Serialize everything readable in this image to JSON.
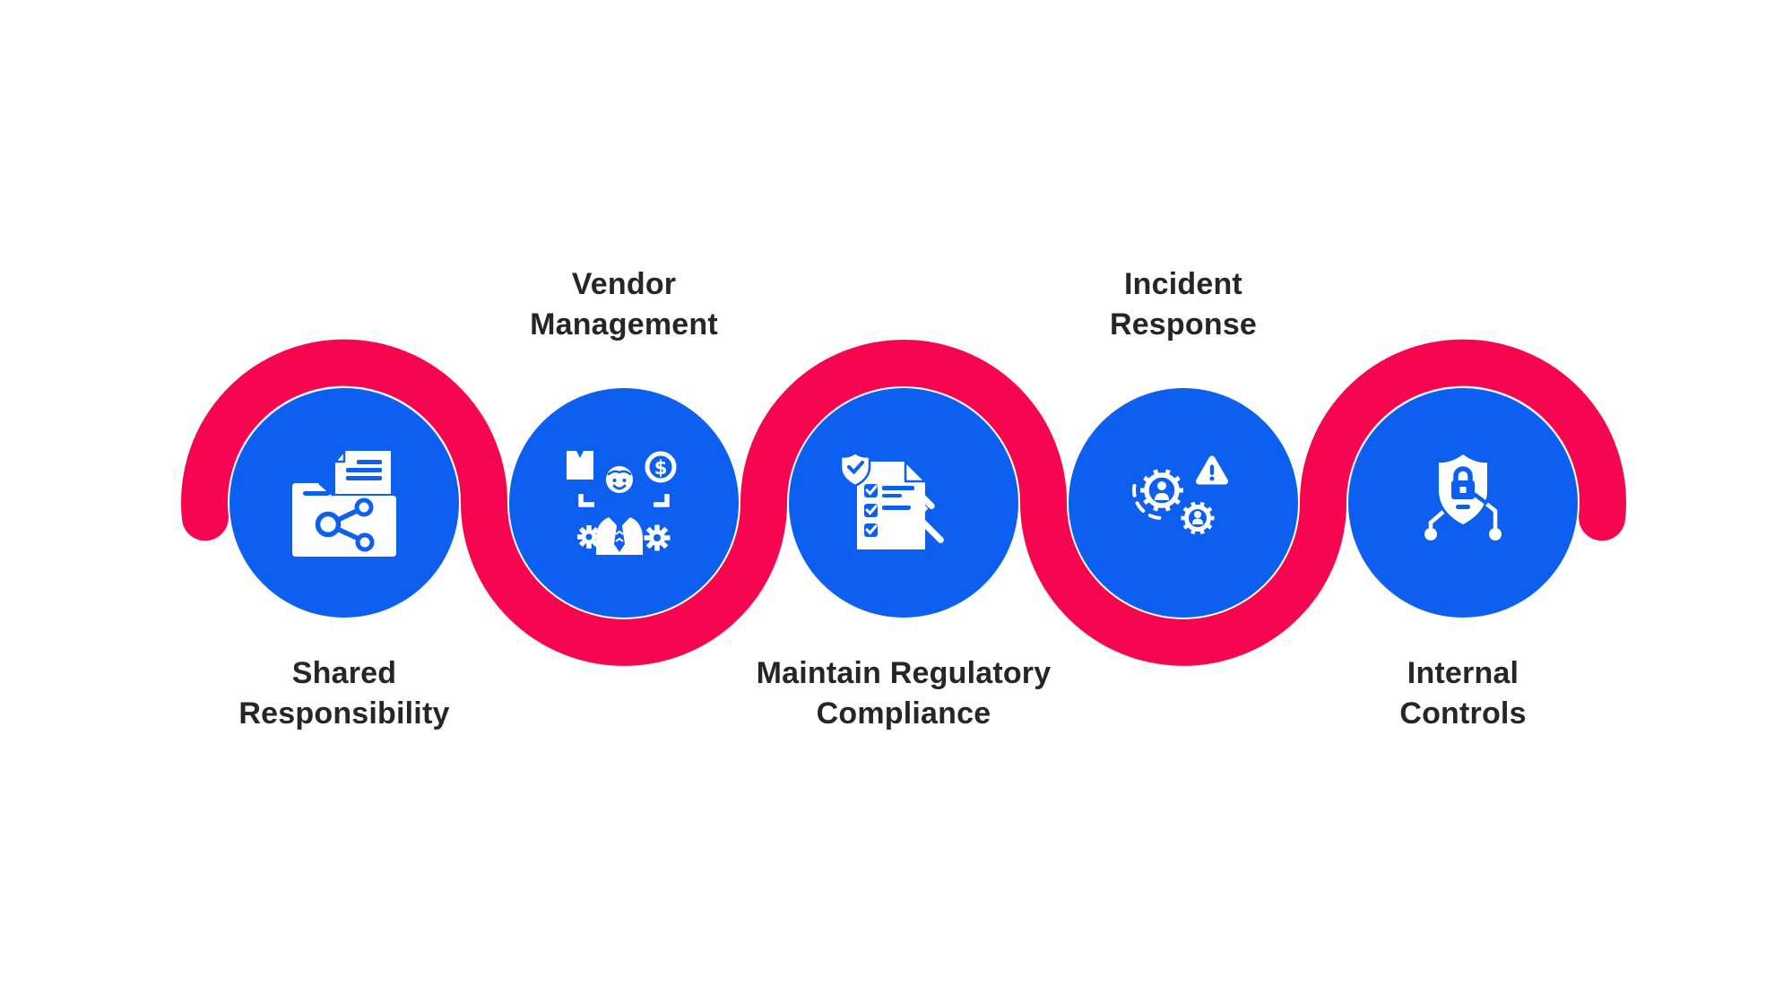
{
  "colors": {
    "ribbon_red": "#F6064F",
    "circle_blue": "#0D5FEF",
    "icon_white": "#FFFFFF",
    "label_text": "#26262a",
    "background": "#FFFFFF"
  },
  "glyphs": {
    "dollar": "$"
  },
  "steps": [
    {
      "label": "Shared Responsibility",
      "lines": [
        "Shared",
        "Responsibility"
      ],
      "label_position": "below",
      "icon": "folder-document-share-icon"
    },
    {
      "label": "Vendor Management",
      "lines": [
        "Vendor",
        "Management"
      ],
      "label_position": "above",
      "icon": "vendor-person-package-dollar-gears-icon"
    },
    {
      "label": "Maintain Regulatory Compliance",
      "lines": [
        "Maintain Regulatory",
        "Compliance"
      ],
      "label_position": "below",
      "icon": "checklist-shield-gavel-icon"
    },
    {
      "label": "Incident Response",
      "lines": [
        "Incident",
        "Response"
      ],
      "label_position": "above",
      "icon": "people-gears-alert-icon"
    },
    {
      "label": "Internal Controls",
      "lines": [
        "Internal",
        "Controls"
      ],
      "label_position": "below",
      "icon": "shield-padlock-circuit-icon"
    }
  ]
}
